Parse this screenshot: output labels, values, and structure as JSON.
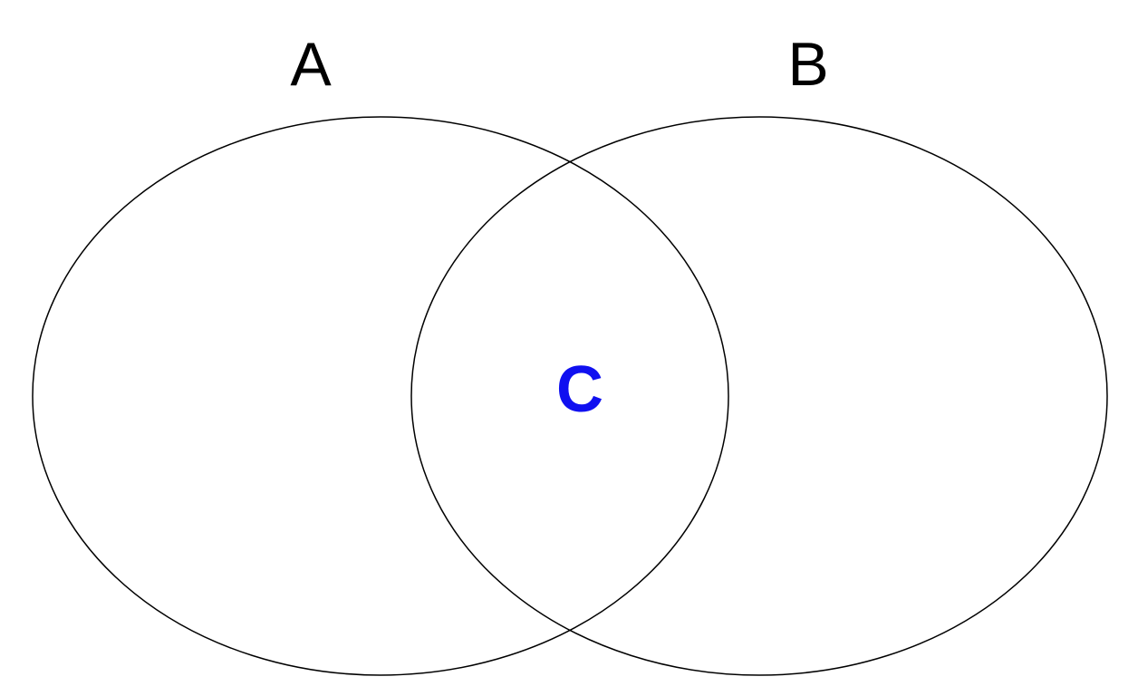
{
  "diagram": {
    "sets": [
      {
        "label": "A"
      },
      {
        "label": "B"
      }
    ],
    "intersection": {
      "label": "C"
    }
  },
  "colors": {
    "outline": "#000000",
    "intersection_label": "#1010f0",
    "background": "#ffffff"
  }
}
